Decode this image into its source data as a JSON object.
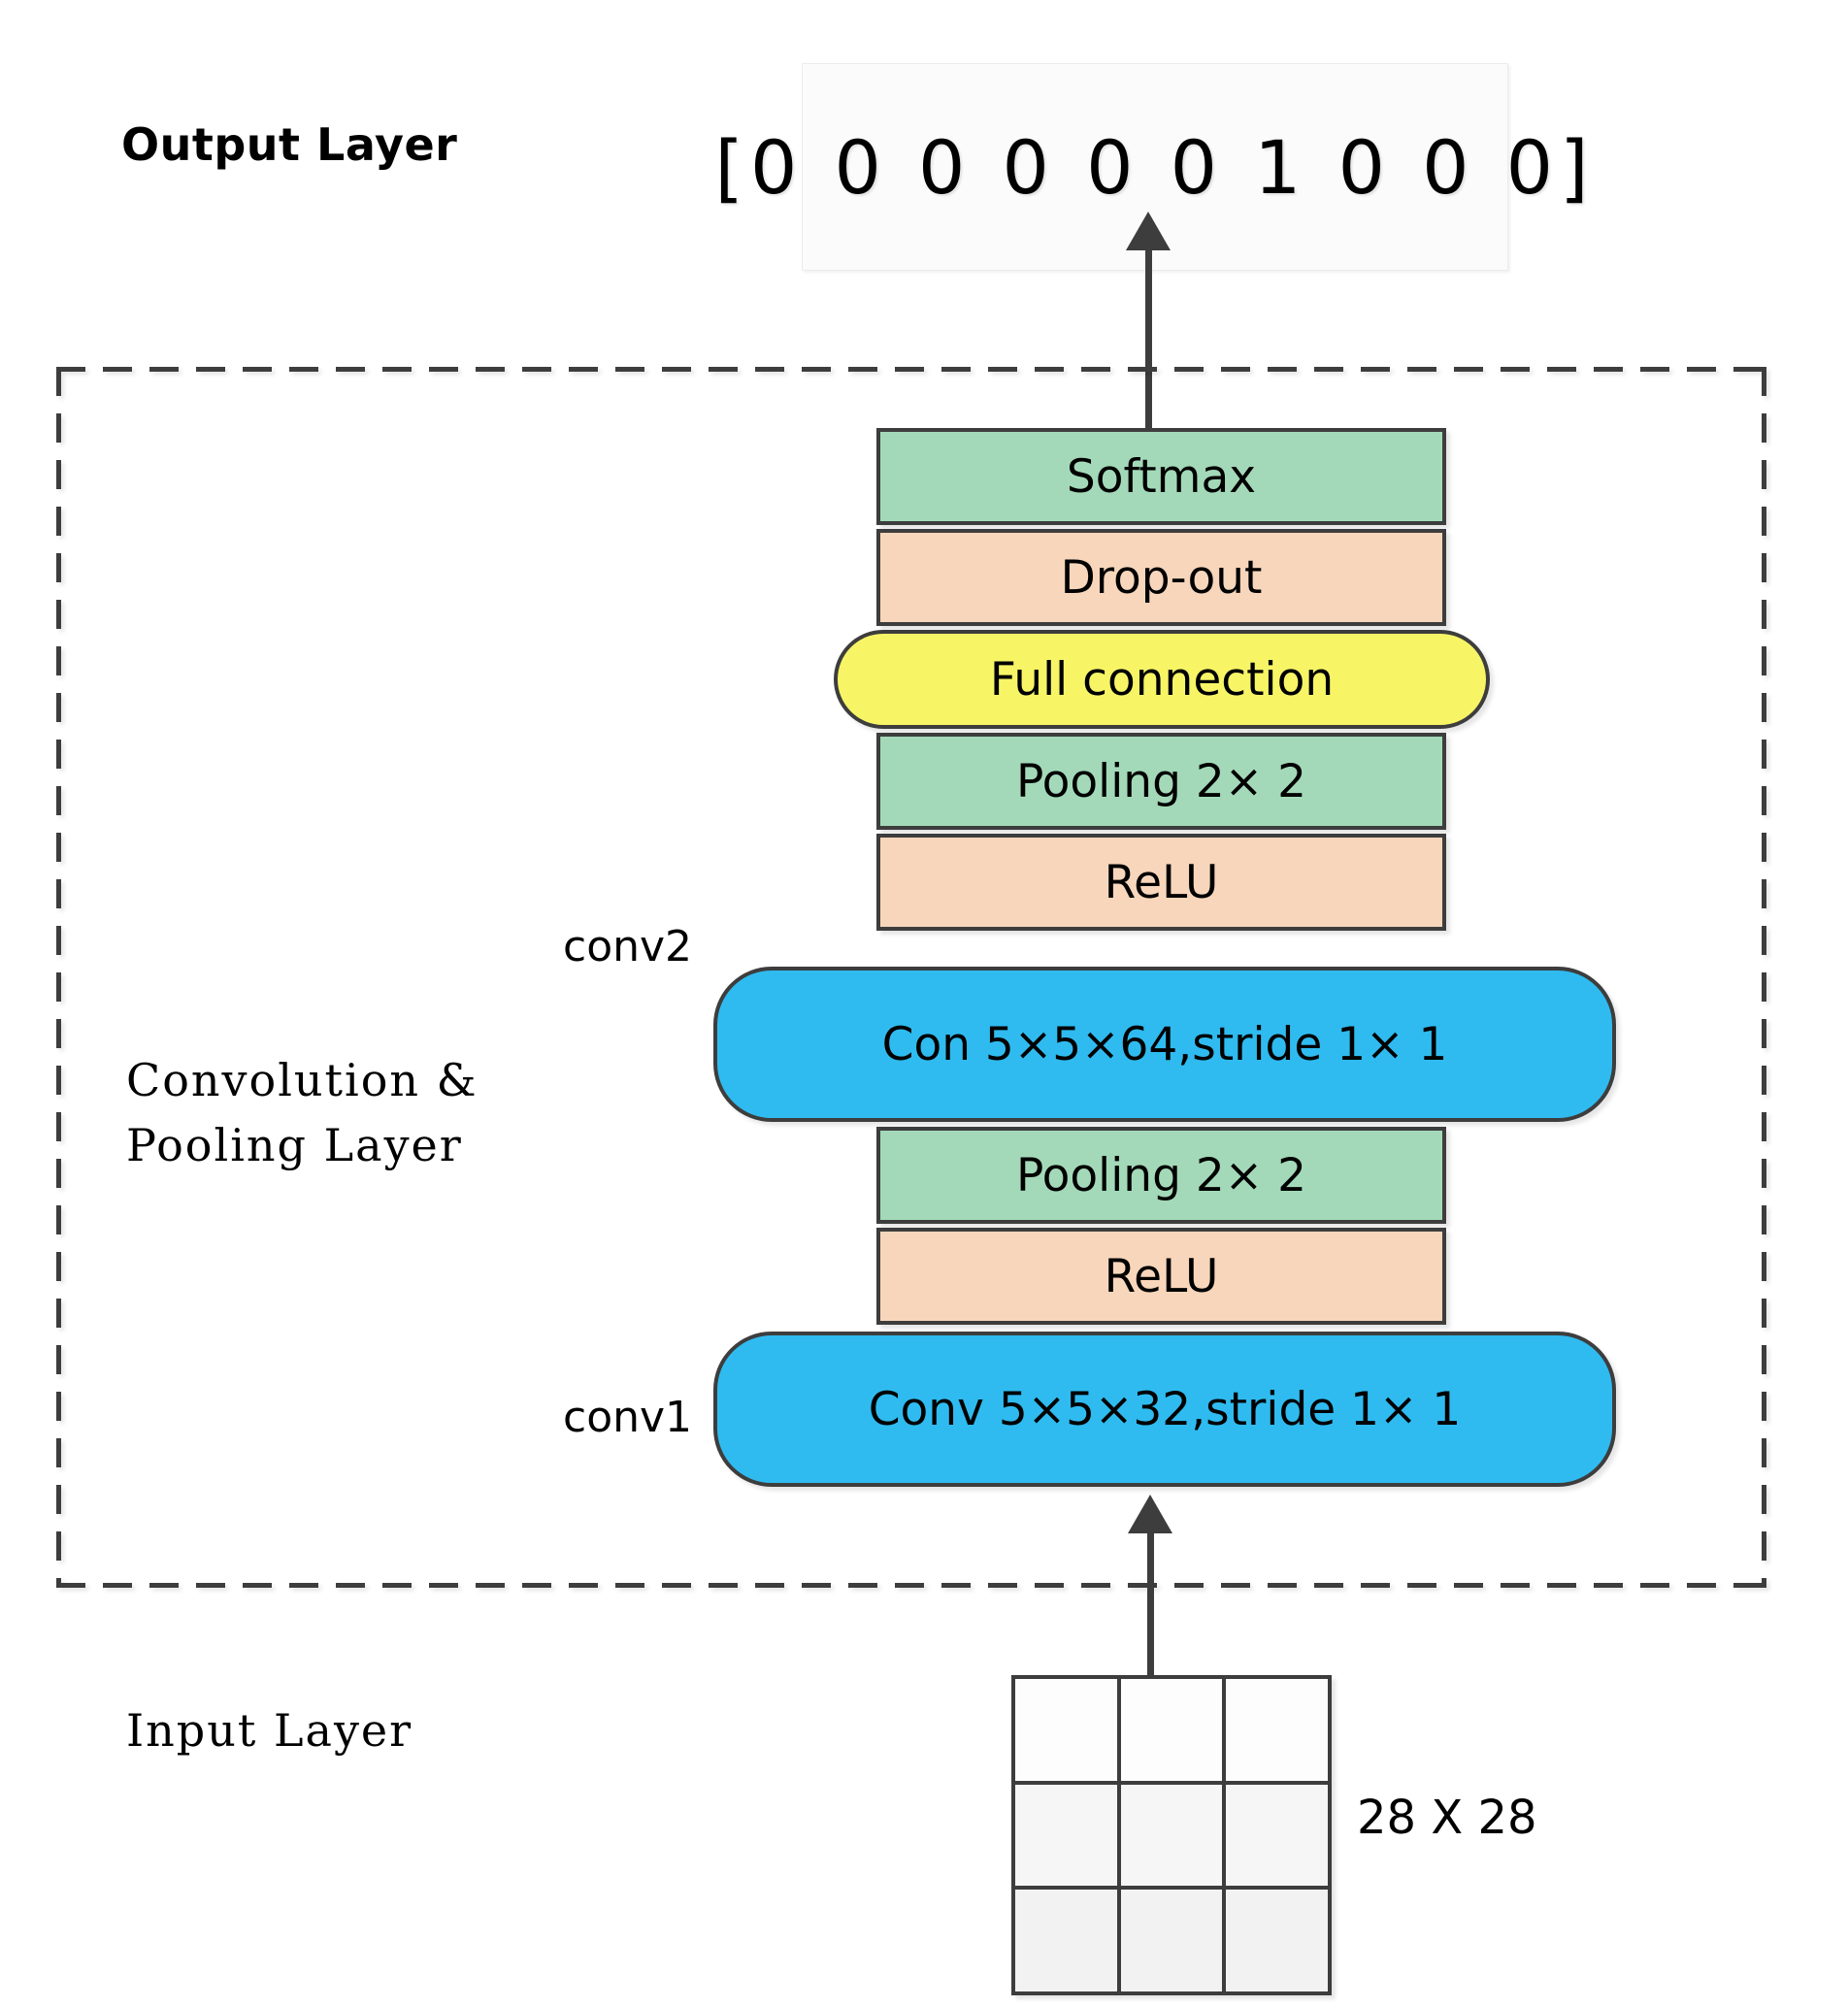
{
  "diagram": {
    "title_output": "Output Layer",
    "title_input": "Input Layer",
    "title_middle_line1": "Convolution &",
    "title_middle_line2": "Pooling Layer",
    "output_vector": "[0 0 0 0 0 0 1 0 0 0]",
    "input_size_label": "28 X 28",
    "conv_tags": {
      "conv2": "conv2",
      "conv1": "conv1"
    },
    "layers": [
      {
        "id": "softmax",
        "label": "Softmax",
        "color": "#a3d9b8",
        "shape": "rect"
      },
      {
        "id": "dropout",
        "label": "Drop-out",
        "color": "#f7d6bb",
        "shape": "rect"
      },
      {
        "id": "full-connect",
        "label": "Full connection",
        "color": "#f7f566",
        "shape": "rounded"
      },
      {
        "id": "pooling-2",
        "label": "Pooling 2× 2",
        "color": "#a3d9b8",
        "shape": "rect"
      },
      {
        "id": "relu-2",
        "label": "ReLU",
        "color": "#f7d6bb",
        "shape": "rect"
      },
      {
        "id": "conv2",
        "label": "Con 5×5×64,stride 1× 1",
        "color": "#2fbbf0",
        "shape": "rounded"
      },
      {
        "id": "pooling-1",
        "label": "Pooling 2× 2",
        "color": "#a3d9b8",
        "shape": "rect"
      },
      {
        "id": "relu-1",
        "label": "ReLU",
        "color": "#f7d6bb",
        "shape": "rect"
      },
      {
        "id": "conv1",
        "label": "Conv 5×5×32,stride 1× 1",
        "color": "#2fbbf0",
        "shape": "rounded"
      }
    ],
    "colors": {
      "green": "#a3d9b8",
      "peach": "#f7d6bb",
      "yellow": "#f7f566",
      "blue": "#2fbbf0",
      "stroke": "#3d3d3d",
      "background": "#ffffff"
    }
  }
}
